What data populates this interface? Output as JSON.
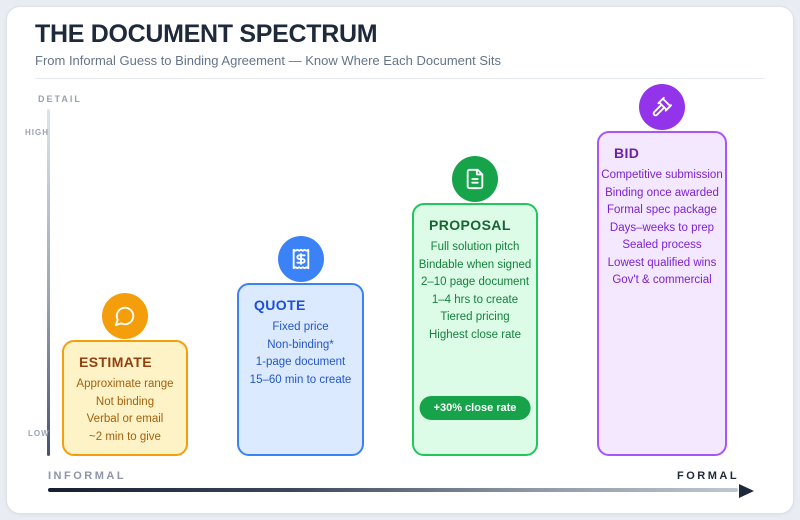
{
  "header": {
    "title": "THE DOCUMENT SPECTRUM",
    "subtitle": "From Informal Guess to Binding Agreement — Know Where Each Document Sits"
  },
  "y_axis": {
    "label": "DETAIL",
    "top_tick": "HIGH",
    "bottom_tick": "LOW"
  },
  "x_axis": {
    "left_label": "INFORMAL",
    "right_label": "FORMAL"
  },
  "cards": [
    {
      "id": "estimate",
      "title": "ESTIMATE",
      "icon": "chat-bubble-icon",
      "lines": [
        "Approximate range",
        "Not binding",
        "Verbal or email",
        "~2 min to give"
      ],
      "colors": {
        "accent": "#F59E0B",
        "bg": "#FEF3C7",
        "border": "#F59E0B",
        "title": "#92400E",
        "text": "#A3610E"
      }
    },
    {
      "id": "quote",
      "title": "QUOTE",
      "icon": "receipt-icon",
      "lines": [
        "Fixed price",
        "Non-binding*",
        "1-page document",
        "15–60 min to create"
      ],
      "colors": {
        "accent": "#3B82F6",
        "bg": "#DBEAFE",
        "border": "#3B82F6",
        "title": "#1D4ED8",
        "text": "#2457C5"
      }
    },
    {
      "id": "proposal",
      "title": "PROPOSAL",
      "icon": "document-icon",
      "lines": [
        "Full solution pitch",
        "Bindable when signed",
        "2–10 page document",
        "1–4 hrs to create",
        "Tiered pricing",
        "Highest close rate"
      ],
      "badge": "+30% close rate",
      "badge_color": "#16A34A",
      "colors": {
        "accent": "#16A34A",
        "bg": "#DCFCE7",
        "border": "#22C55E",
        "title": "#166534",
        "text": "#15803D"
      }
    },
    {
      "id": "bid",
      "title": "BID",
      "icon": "gavel-icon",
      "lines": [
        "Competitive submission",
        "Binding once awarded",
        "Formal spec package",
        "Days–weeks to prep",
        "Sealed process",
        "Lowest qualified wins",
        "Gov't & commercial"
      ],
      "colors": {
        "accent": "#9333EA",
        "bg": "#F3E8FF",
        "border": "#A855F7",
        "title": "#6B21A8",
        "text": "#7E22CE"
      }
    }
  ]
}
